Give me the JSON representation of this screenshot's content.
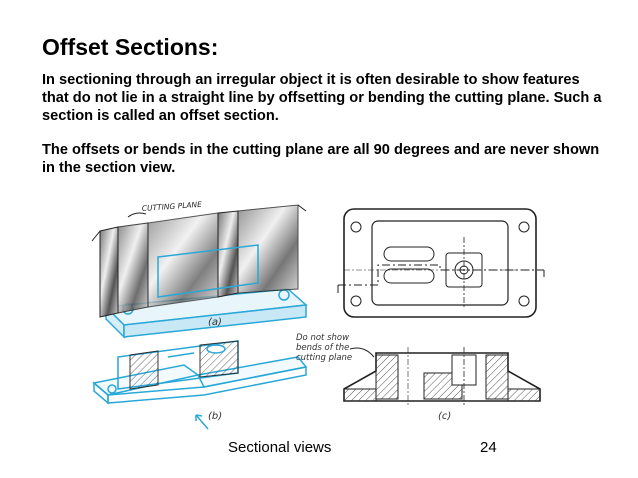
{
  "slide": {
    "title": "Offset Sections:",
    "paragraph1": "In sectioning through an irregular object it is often desirable to show features that do not lie in a straight line by offsetting or bending the cutting plane.  Such a section is called an offset section.",
    "paragraph2": "The offsets or bends in the cutting plane are all 90 degrees and are never shown in the section view."
  },
  "figure": {
    "cutting_plane_label": "CUTTING PLANE",
    "label_a": "(a)",
    "label_b": "(b)",
    "label_c": "(c)",
    "note_line1": "Do not show",
    "note_line2": "bends of the",
    "note_line3": "cutting plane",
    "colors": {
      "cyan": "#29a8d8",
      "ink": "#222222",
      "hatch": "#555555"
    }
  },
  "footer": {
    "left": "Sectional views",
    "page_number": "24"
  }
}
